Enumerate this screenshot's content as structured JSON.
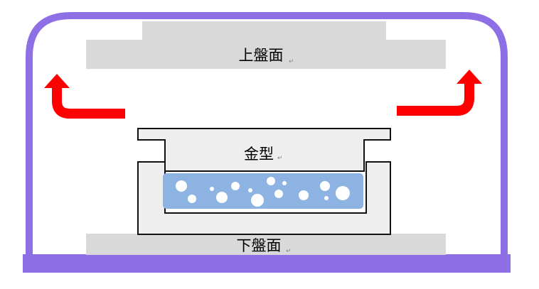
{
  "labels": {
    "upper_platen": "上盤面",
    "mold": "金型",
    "lower_platen": "下盤面"
  },
  "return_mark": "↵",
  "colors": {
    "chamber": "#8f6fe6",
    "platen": "#d9d9d9",
    "mold_fill": "#eeeeee",
    "mold_stroke": "#111111",
    "material": "#8db3e2",
    "bubble": "#ffffff",
    "arrow": "#ff0000"
  }
}
